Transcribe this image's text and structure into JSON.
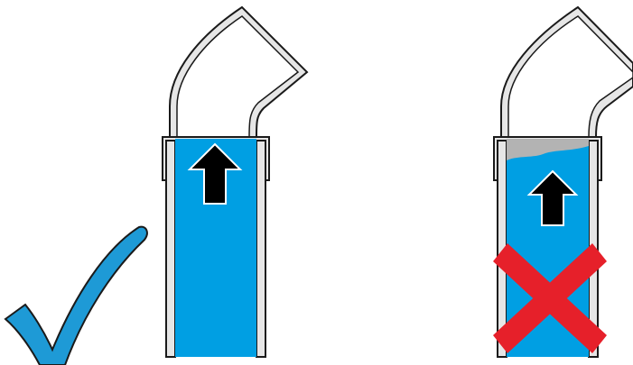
{
  "colors": {
    "liquid": "#009FE3",
    "check": "#1E9AD6",
    "cross": "#E6202A",
    "air_gap": "#B3B3B3",
    "tube_fill": "#E6E6E6",
    "outline": "#1A1A1A",
    "arrow": "#000000"
  },
  "panels": [
    {
      "id": "correct",
      "liquid_fill": "full",
      "air_gap": false,
      "flow_arrow": "up-arrow-icon",
      "verdict_icon": "checkmark-icon"
    },
    {
      "id": "incorrect",
      "liquid_fill": "partial",
      "air_gap": true,
      "flow_arrow": "up-arrow-icon",
      "verdict_icon": "cross-icon"
    }
  ]
}
